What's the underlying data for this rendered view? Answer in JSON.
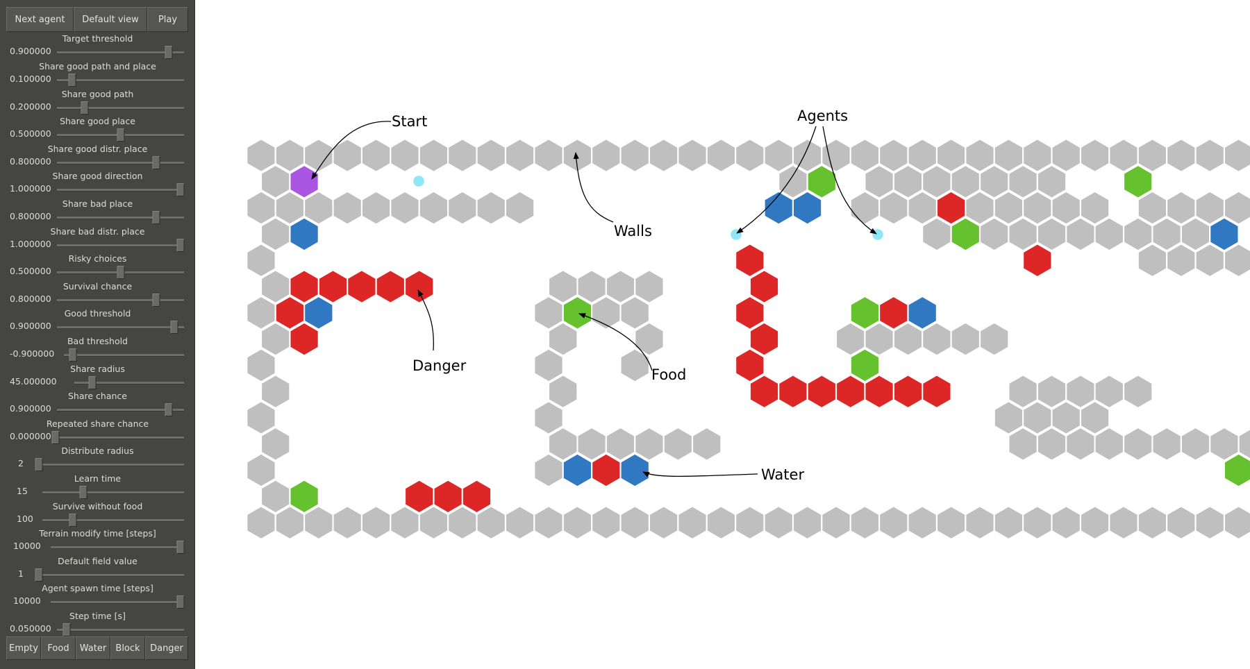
{
  "toolbar": {
    "buttons": [
      "Next agent",
      "Default view",
      "Play"
    ]
  },
  "params": [
    {
      "label": "Target threshold",
      "value": "0.900000",
      "level": 0.9
    },
    {
      "label": "Share good path and place",
      "value": "0.100000",
      "level": 0.1
    },
    {
      "label": "Share good path",
      "value": "0.200000",
      "level": 0.2
    },
    {
      "label": "Share good place",
      "value": "0.500000",
      "level": 0.5
    },
    {
      "label": "Share good distr. place",
      "value": "0.800000",
      "level": 0.8
    },
    {
      "label": "Share good direction",
      "value": "1.000000",
      "level": 1.0
    },
    {
      "label": "Share bad place",
      "value": "0.800000",
      "level": 0.8
    },
    {
      "label": "Share bad distr. place",
      "value": "1.000000",
      "level": 1.0
    },
    {
      "label": "Risky choices",
      "value": "0.500000",
      "level": 0.5
    },
    {
      "label": "Survival chance",
      "value": "0.800000",
      "level": 0.8
    },
    {
      "label": "Good threshold",
      "value": "0.900000",
      "level": 0.95
    },
    {
      "label": "Bad threshold",
      "value": "-0.900000",
      "level": 0.05
    },
    {
      "label": "Share radius",
      "value": "45.000000",
      "level": 0.14
    },
    {
      "label": "Share chance",
      "value": "0.900000",
      "level": 0.9
    },
    {
      "label": "Repeated share chance",
      "value": "0.000000",
      "level": 0.0
    },
    {
      "label": "Distribute radius",
      "value": "2",
      "level": 0.0
    },
    {
      "label": "Learn time",
      "value": "15",
      "level": 0.28
    },
    {
      "label": "Survive without food",
      "value": "100",
      "level": 0.2
    },
    {
      "label": "Terrain modify time [steps]",
      "value": "10000",
      "level": 1.0
    },
    {
      "label": "Default field value",
      "value": "1",
      "level": 0.0
    },
    {
      "label": "Agent spawn time [steps]",
      "value": "10000",
      "level": 1.0
    },
    {
      "label": "Step time [s]",
      "value": "0.050000",
      "level": 0.05
    }
  ],
  "tools": {
    "buttons": [
      "Empty",
      "Food",
      "Water",
      "Block",
      "Danger"
    ]
  },
  "annotations": {
    "start": "Start",
    "agents": "Agents",
    "walls": "Walls",
    "danger": "Danger",
    "food": "Food",
    "water": "Water"
  },
  "colors": {
    "wall": "#bfbfbf",
    "danger": "#dd2626",
    "food": "#66c12f",
    "water": "#3178c3",
    "start": "#a957e3",
    "agent": "#8fe6f5",
    "panel": "#454542"
  }
}
